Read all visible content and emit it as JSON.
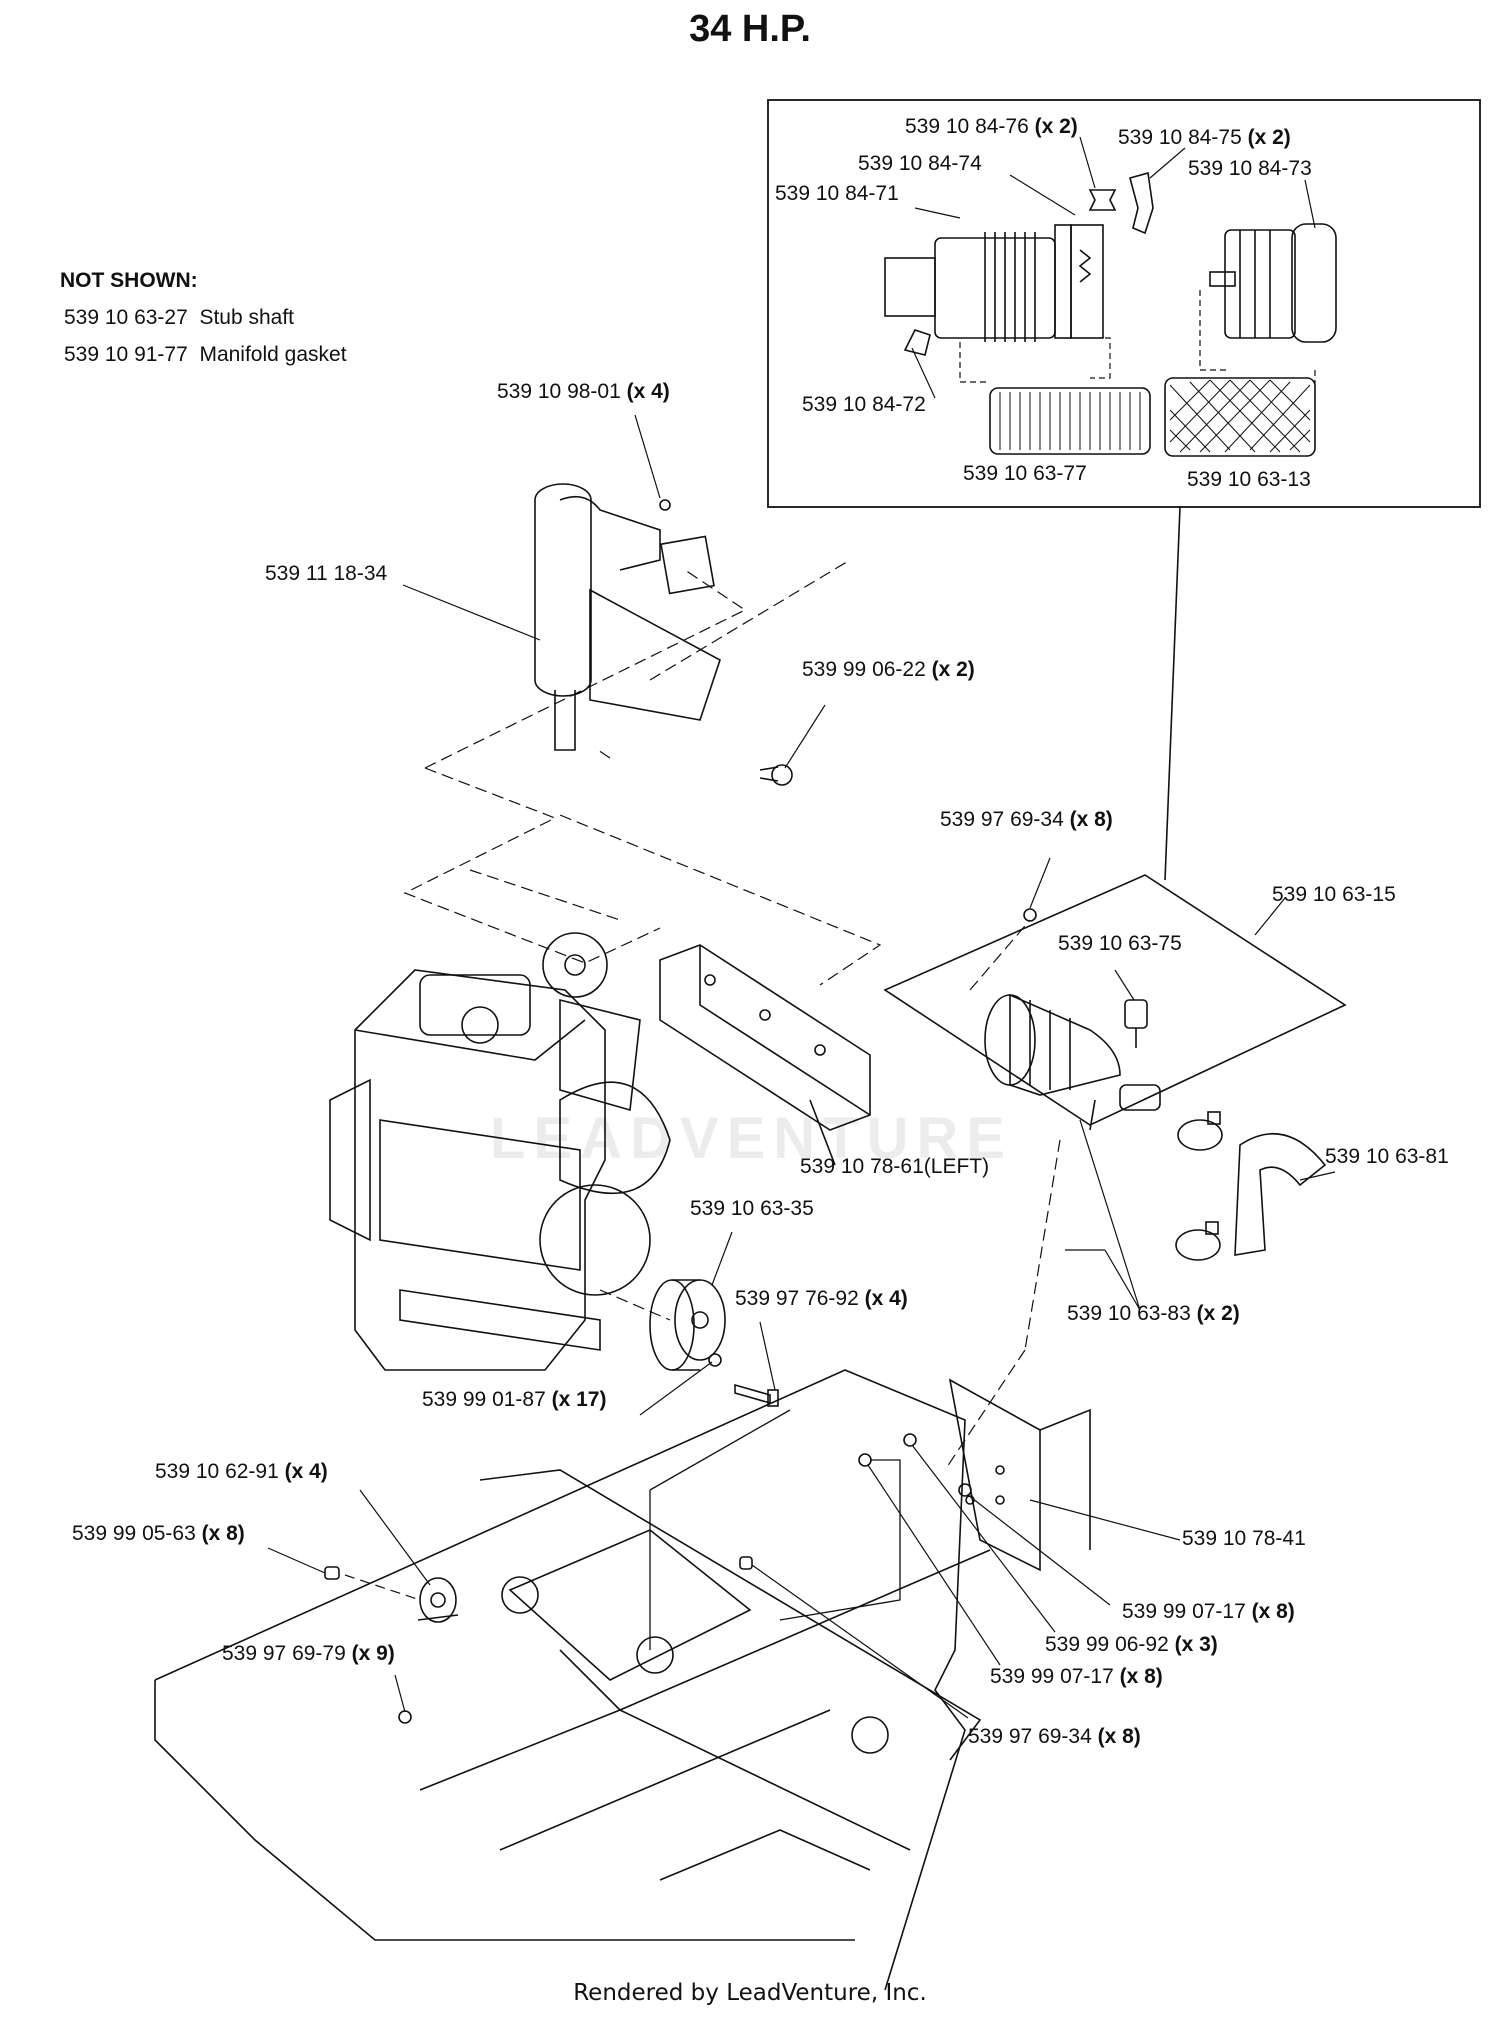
{
  "title": "34 H.P.",
  "not_shown": {
    "heading": "NOT SHOWN:",
    "items": [
      {
        "part": "539 10 63-27",
        "desc": "Stub shaft"
      },
      {
        "part": "539 10 91-77",
        "desc": "Manifold gasket"
      }
    ]
  },
  "labels": [
    {
      "part": "539 10 84-76",
      "qty": "(x 2)"
    },
    {
      "part": "539 10 84-75",
      "qty": "(x 2)"
    },
    {
      "part": "539 10 84-74",
      "qty": ""
    },
    {
      "part": "539 10 84-73",
      "qty": ""
    },
    {
      "part": "539 10 84-71",
      "qty": ""
    },
    {
      "part": "539 10 84-72",
      "qty": ""
    },
    {
      "part": "539 10 63-77",
      "qty": ""
    },
    {
      "part": "539 10 63-13",
      "qty": ""
    },
    {
      "part": "539 10 98-01",
      "qty": "(x 4)"
    },
    {
      "part": "539 11 18-34",
      "qty": ""
    },
    {
      "part": "539 99 06-22",
      "qty": "(x 2)"
    },
    {
      "part": "539 97 69-34",
      "qty": "(x 8)"
    },
    {
      "part": "539 10 63-15",
      "qty": ""
    },
    {
      "part": "539 10 63-75",
      "qty": ""
    },
    {
      "part": "539 10 78-61(LEFT)",
      "qty": ""
    },
    {
      "part": "539 10 63-81",
      "qty": ""
    },
    {
      "part": "539 10 63-35",
      "qty": ""
    },
    {
      "part": "539 97 76-92",
      "qty": "(x 4)"
    },
    {
      "part": "539 10 63-83",
      "qty": "(x 2)"
    },
    {
      "part": "539 99 01-87",
      "qty": "(x 17)"
    },
    {
      "part": "539 10 62-91",
      "qty": "(x 4)"
    },
    {
      "part": "539 99 05-63",
      "qty": "(x 8)"
    },
    {
      "part": "539 10 78-41",
      "qty": ""
    },
    {
      "part": "539 99 07-17",
      "qty": "(x 8)"
    },
    {
      "part": "539 97 69-79",
      "qty": "(x 9)"
    },
    {
      "part": "539 99 06-92",
      "qty": "(x 3)"
    },
    {
      "part": "539 99 07-17",
      "qty": "(x 8)"
    },
    {
      "part": "539 97 69-34",
      "qty": "(x 8)"
    }
  ],
  "watermark": "LEADVENTURE",
  "footer": "Rendered by LeadVenture, Inc."
}
